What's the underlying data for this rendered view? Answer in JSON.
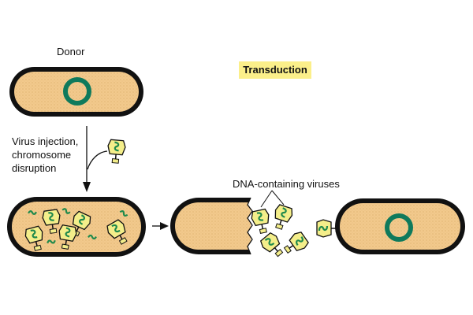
{
  "title": "Transduction",
  "labels": {
    "donor": "Donor",
    "step_line1": "Virus injection,",
    "step_line2": "chromosome",
    "step_line3": "disruption",
    "dna_viruses": "DNA-containing viruses"
  },
  "colors": {
    "cell_fill": "#f2c98c",
    "cell_outline": "#111111",
    "plasmid": "#0f7a5c",
    "virus_fill": "#f4ee8a",
    "title_highlight": "#fbef8a",
    "dna": "#1f8a4c"
  }
}
